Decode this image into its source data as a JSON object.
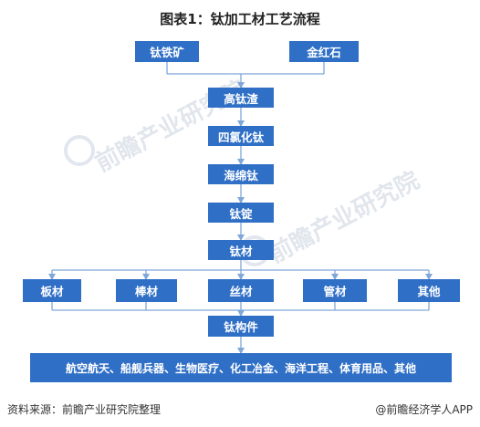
{
  "title": "图表1：钛加工材工艺流程",
  "raw_materials": [
    "钛铁矿",
    "金红石"
  ],
  "chain": [
    "高钛渣",
    "四氯化钛",
    "海绵钛",
    "钛锭",
    "钛材"
  ],
  "products": [
    "板材",
    "棒材",
    "丝材",
    "管材",
    "其他"
  ],
  "component": "钛构件",
  "applications": "航空航天、船舰兵器、生物医疗、化工冶金、海洋工程、体育用品、其他",
  "watermark": "前瞻产业研究院",
  "footer": {
    "source": "资料来源：前瞻产业研究院整理",
    "brand": "@前瞻经济学人APP"
  },
  "colors": {
    "box": "#2f6fc6",
    "connector": "#7fa7d9"
  }
}
